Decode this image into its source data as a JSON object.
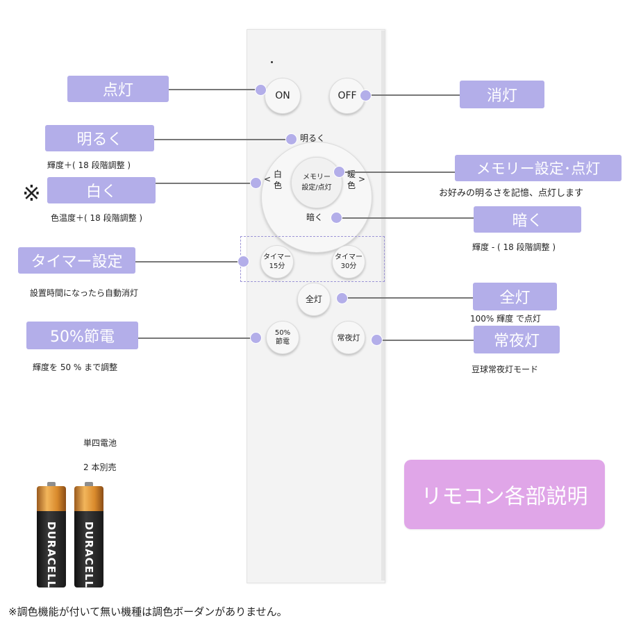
{
  "remote": {
    "buttons": {
      "on": "ON",
      "off": "OFF",
      "brighter": "明るく",
      "white": "白\n色",
      "memory": "メモリー\n設定/点灯",
      "warm": "暖\n色",
      "darker": "暗く",
      "timer15": "タイマー\n15分",
      "timer30": "タイマー\n30分",
      "full": "全灯",
      "eco50": "50%\n節電",
      "night": "常夜灯"
    },
    "arrows": {
      "left": "<",
      "right": ">"
    }
  },
  "labels": {
    "tento": "点灯",
    "shoto": "消灯",
    "akaruku": "明るく",
    "shiroku": "白く",
    "memory": "メモリー設定･点灯",
    "kuraku": "暗く",
    "timer": "タイマー設定",
    "zento": "全灯",
    "setsuden": "50%節電",
    "joyato": "常夜灯"
  },
  "captions": {
    "akaruku": "輝度＋( 18 段階調整 )",
    "shiroku": "色温度＋( 18 段階調整 )",
    "memory": "お好みの明るさを記憶、点灯します",
    "kuraku": "輝度 - ( 18 段階調整 )",
    "timer": "設置時間になったら自動消灯",
    "zento": "100% 輝度 で点灯",
    "setsuden": "輝度を 50 % まで調整",
    "joyato": "豆球常夜灯モード"
  },
  "note_mark": "※",
  "battery": {
    "type": "単四電池",
    "sold_separately": "2 本別売",
    "brand": "DURACELL"
  },
  "banner": "リモコン各部説明",
  "footnote": "※調色機能が付いて無い機種は調色ボーダンがありません。",
  "colors": {
    "label_bg": "#b3aee9",
    "banner_bg": "#e0a6e8",
    "dashed_border": "#9b93d6"
  }
}
